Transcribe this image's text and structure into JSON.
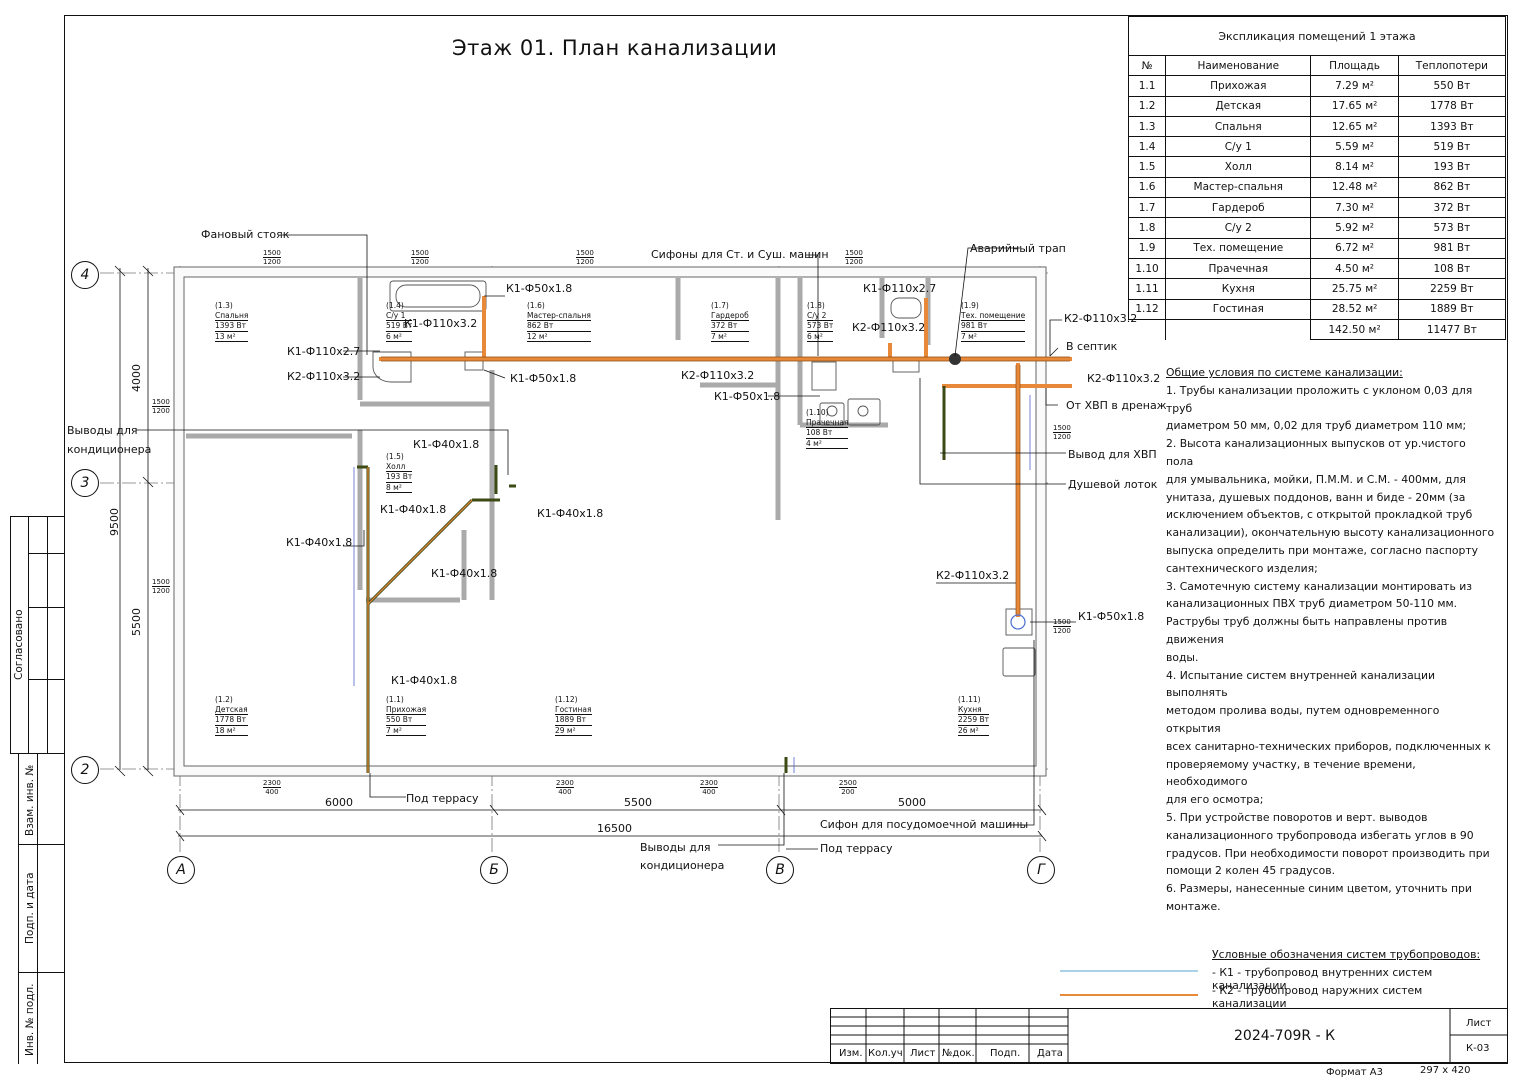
{
  "title": "Этаж 01. План канализации",
  "explication": {
    "caption": "Экспликация помещений 1 этажа",
    "headers": [
      "№",
      "Наименование",
      "Площадь",
      "Теплопотери"
    ],
    "rows": [
      [
        "1.1",
        "Прихожая",
        "7.29 м²",
        "550 Вт"
      ],
      [
        "1.2",
        "Детская",
        "17.65 м²",
        "1778 Вт"
      ],
      [
        "1.3",
        "Спальня",
        "12.65 м²",
        "1393 Вт"
      ],
      [
        "1.4",
        "С/у 1",
        "5.59 м²",
        "519 Вт"
      ],
      [
        "1.5",
        "Холл",
        "8.14 м²",
        "193 Вт"
      ],
      [
        "1.6",
        "Мастер-спальня",
        "12.48 м²",
        "862 Вт"
      ],
      [
        "1.7",
        "Гардероб",
        "7.30 м²",
        "372 Вт"
      ],
      [
        "1.8",
        "С/у 2",
        "5.92 м²",
        "573 Вт"
      ],
      [
        "1.9",
        "Тех. помещение",
        "6.72 м²",
        "981 Вт"
      ],
      [
        "1.10",
        "Прачечная",
        "4.50 м²",
        "108 Вт"
      ],
      [
        "1.11",
        "Кухня",
        "25.75 м²",
        "2259 Вт"
      ],
      [
        "1.12",
        "Гостиная",
        "28.52 м²",
        "1889 Вт"
      ]
    ],
    "total_area": "142.50 м²",
    "total_loss": "11477 Вт"
  },
  "notes": {
    "heading": "Общие условия по системе канализации:",
    "lines": [
      "1. Трубы канализации проложить с уклоном 0,03 для труб",
      "диаметром 50 мм, 0,02 для труб диаметром 110 мм;",
      "2. Высота канализационных выпусков от ур.чистого пола",
      "для умывальника, мойки, П.М.М. и С.М. - 400мм, для",
      "унитаза, душевых поддонов, ванн и биде - 20мм (за",
      "исключением объектов, с открытой прокладкой труб",
      "канализации), окончательную высоту канализационного",
      "выпуска определить при монтаже, согласно паспорту",
      "сантехнического изделия;",
      "3. Самотечную систему канализации монтировать из",
      "канализационных ПВХ труб диаметром 50-110 мм.",
      "Раструбы труб должны быть направлены против движения",
      "воды.",
      "4. Испытание систем внутренней канализации выполнять",
      "методом пролива воды, путем одновременного открытия",
      "всех санитарно-технических приборов, подключенных к",
      "проверяемому участку, в течение времени, необходимого",
      "для его осмотра;",
      "5. При устройстве поворотов и верт. выводов",
      "канализационного трубопровода избегать углов в 90",
      "градусов. При необходимости поворот производить при",
      "помощи 2 колен 45 градусов.",
      "6. Размеры, нанесенные синим цветом, уточнить при",
      "монтаже."
    ]
  },
  "legend": {
    "heading": "Условные обозначения систем трубопроводов:",
    "k1": "- К1 - трубопровод внутренних систем канализации",
    "k2": "- К2 - трубопровод наружних систем канализации",
    "k1_color": "#a9d2e6",
    "k2_color": "#e8893a"
  },
  "stamp": {
    "code": "2024-709R - К",
    "sheet_label": "Лист",
    "sheet_value": "К-03",
    "cols": [
      "Изм.",
      "Кол.уч",
      "Лист",
      "№док.",
      "Подп.",
      "Дата"
    ],
    "format": "Формат А3",
    "size": "297 x 420"
  },
  "side": {
    "agreed": "Согласовано",
    "inv_replace": "Взам. инв. №",
    "sign_date": "Подп. и дата",
    "inv_orig": "Инв. № подл."
  },
  "axes": {
    "a": "А",
    "b": "Б",
    "v": "В",
    "g": "Г",
    "r4": "4",
    "r3": "3",
    "r2": "2"
  },
  "dims": {
    "d6000": "6000",
    "d5500": "5500",
    "d5000": "5000",
    "d16500": "16500",
    "d4000": "4000",
    "d5500v": "5500",
    "d9500": "9500"
  },
  "rooms": [
    {
      "id": "(1.3)",
      "name": "Спальня",
      "loss": "1393 Вт",
      "area": "13 м²"
    },
    {
      "id": "(1.4)",
      "name": "С/у 1",
      "loss": "519 Вт",
      "area": "6 м²"
    },
    {
      "id": "(1.6)",
      "name": "Мастер-спальня",
      "loss": "862 Вт",
      "area": "12 м²"
    },
    {
      "id": "(1.7)",
      "name": "Гардероб",
      "loss": "372 Вт",
      "area": "7 м²"
    },
    {
      "id": "(1.8)",
      "name": "С/у 2",
      "loss": "573 Вт",
      "area": "6 м²"
    },
    {
      "id": "(1.9)",
      "name": "Тех. помещение",
      "loss": "981 Вт",
      "area": "7 м²"
    },
    {
      "id": "(1.10)",
      "name": "Прачечная",
      "loss": "108 Вт",
      "area": "4 м²"
    },
    {
      "id": "(1.5)",
      "name": "Холл",
      "loss": "193 Вт",
      "area": "8 м²"
    },
    {
      "id": "(1.2)",
      "name": "Детская",
      "loss": "1778 Вт",
      "area": "18 м²"
    },
    {
      "id": "(1.1)",
      "name": "Прихожая",
      "loss": "550 Вт",
      "area": "7 м²"
    },
    {
      "id": "(1.12)",
      "name": "Гостиная",
      "loss": "1889 Вт",
      "area": "29 м²"
    },
    {
      "id": "(1.11)",
      "name": "Кухня",
      "loss": "2259 Вт",
      "area": "26 м²"
    }
  ],
  "windows": {
    "w1500": "1500",
    "h1200": "1200",
    "w2300": "2300",
    "h400": "400",
    "w2500": "2500",
    "h200": "200"
  },
  "labels": {
    "riser": "Фановый стояк",
    "siphons": "Сифоны для Ст. и Суш. машин",
    "emergency": "Аварийный трап",
    "septic": "В септик",
    "hvp_drain": "От ХВП в дренаж",
    "hvp_out": "Вывод для ХВП",
    "shower_tray": "Душевой лоток",
    "ac_outputs_1": "Выводы для",
    "ac_outputs_2": "кондиционера",
    "under_terrace": "Под террасу",
    "dishwasher": "Сифон для посудомоечной машины",
    "k1_50": "К1-Ф50х1.8",
    "k1_40": "К1-Ф40х1.8",
    "k1_110_27": "К1-Ф110х2.7",
    "k2_110_32": "К2-Ф110х3.2",
    "k1_110_32": "К1-Ф110х3.2"
  }
}
